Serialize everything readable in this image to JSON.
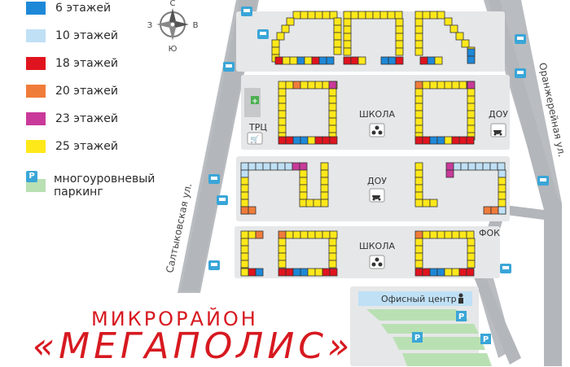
{
  "legend": {
    "items": [
      {
        "label": "6 этажей",
        "color": "#1e88d8"
      },
      {
        "label": "10 этажей",
        "color": "#bfe0f5"
      },
      {
        "label": "18 этажей",
        "color": "#e0141e"
      },
      {
        "label": "20 этажей",
        "color": "#f07c3a"
      },
      {
        "label": "23 этажей",
        "color": "#c93a9a"
      },
      {
        "label": "25 этажей",
        "color": "#ffe81a"
      }
    ],
    "parking": {
      "badge": "P",
      "label": "многоуровневый паркинг"
    }
  },
  "compass": {
    "n": "С",
    "s": "Ю",
    "w": "З",
    "e": "В"
  },
  "streets": {
    "left": "Салтыковская ул.",
    "right": "Оранжерейная ул."
  },
  "places": {
    "trc": "ТРЦ",
    "school_top": "ШКОЛА",
    "dou_right": "ДОУ",
    "dou_center": "ДОУ",
    "fok": "ФОК",
    "school_bottom": "ШКОЛА",
    "office": "Офисный центр",
    "parking_badge": "P"
  },
  "title": {
    "line1": "МИКРОРАЙОН",
    "line2": "«МЕГАПОЛИС»"
  }
}
